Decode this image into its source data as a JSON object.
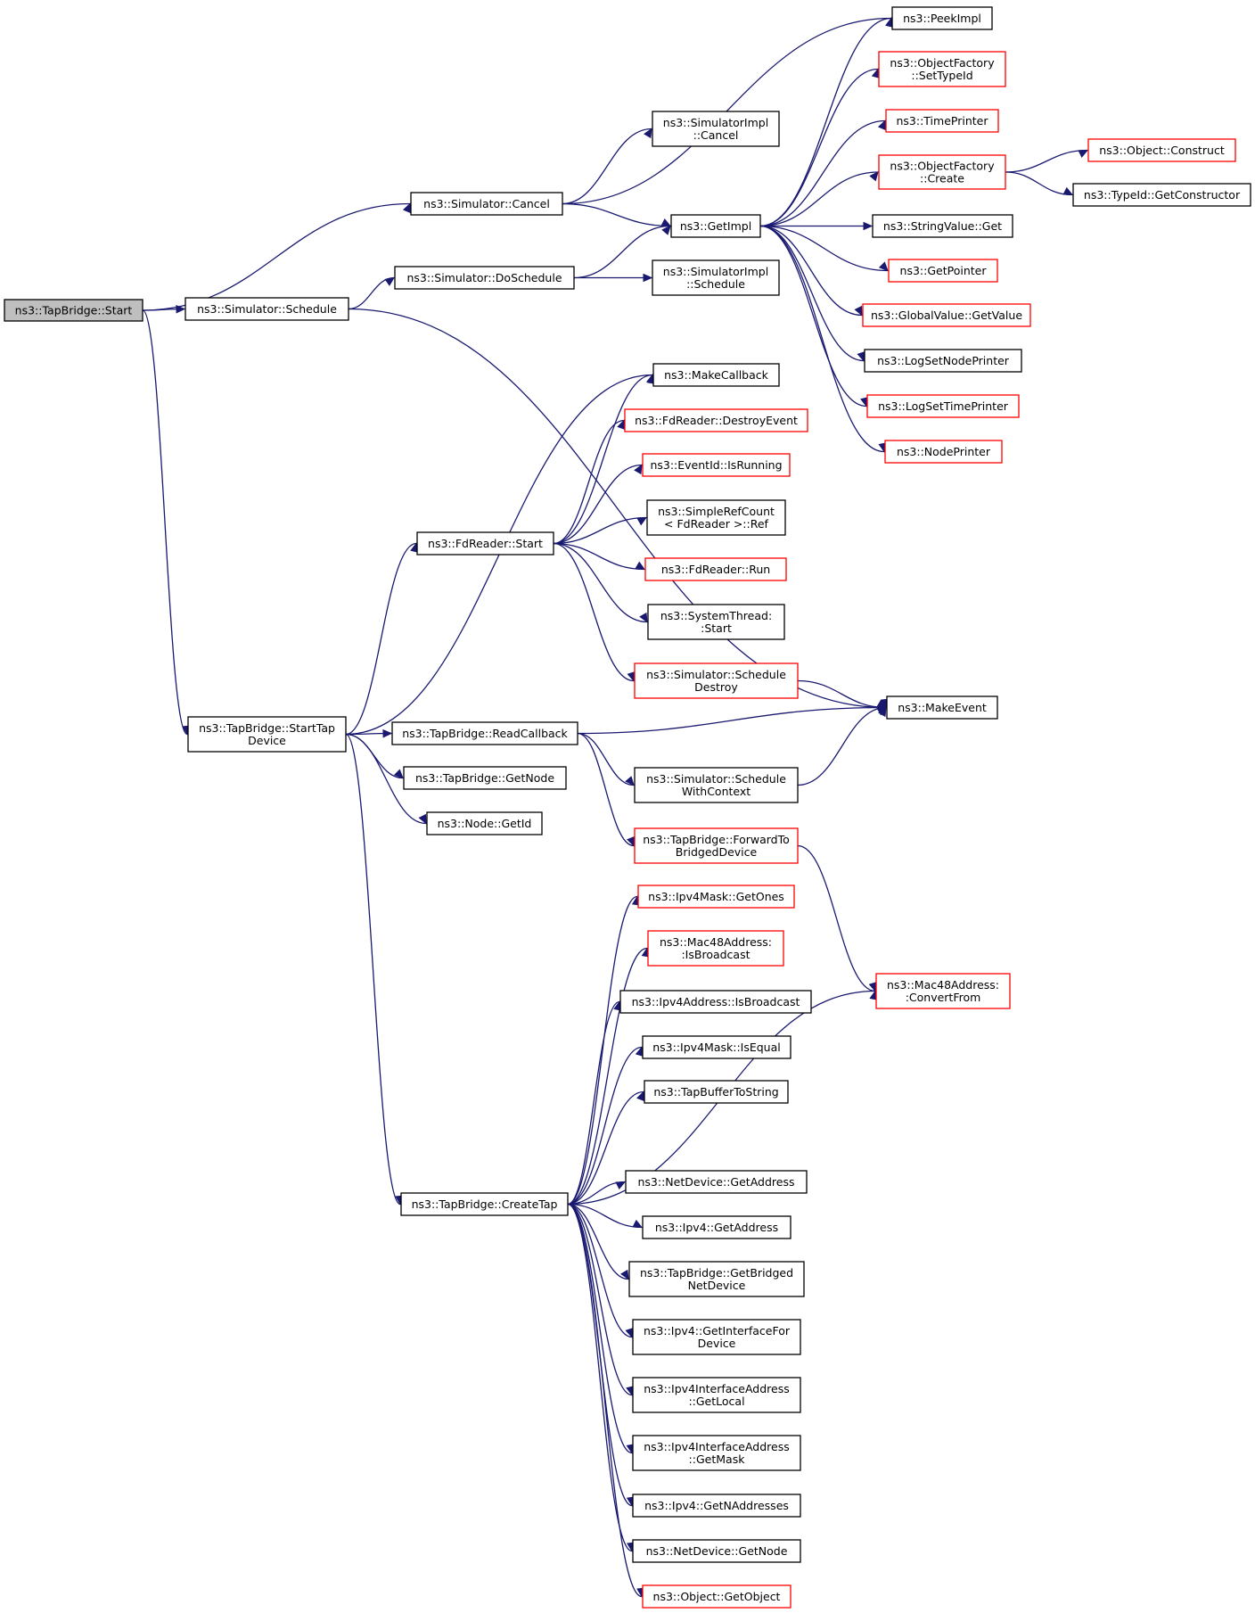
{
  "colors": {
    "edge": "#191970",
    "border_normal": "#000000",
    "border_truncated": "#ff0000",
    "root_fill": "#bfbfbf",
    "fill": "#ffffff"
  },
  "nodes": [
    {
      "id": "start",
      "lines": [
        "ns3::TapBridge::Start"
      ],
      "style": "root"
    },
    {
      "id": "sim_cancel",
      "lines": [
        "ns3::Simulator::Cancel"
      ],
      "style": "normal"
    },
    {
      "id": "simimpl_cancel",
      "lines": [
        "ns3::SimulatorImpl",
        "::Cancel"
      ],
      "style": "normal"
    },
    {
      "id": "peekimpl",
      "lines": [
        "ns3::PeekImpl"
      ],
      "style": "normal"
    },
    {
      "id": "of_settypeid",
      "lines": [
        "ns3::ObjectFactory",
        "::SetTypeId"
      ],
      "style": "truncated"
    },
    {
      "id": "timeprinter",
      "lines": [
        "ns3::TimePrinter"
      ],
      "style": "truncated"
    },
    {
      "id": "of_create",
      "lines": [
        "ns3::ObjectFactory",
        "::Create"
      ],
      "style": "truncated"
    },
    {
      "id": "obj_construct",
      "lines": [
        "ns3::Object::Construct"
      ],
      "style": "truncated"
    },
    {
      "id": "typeid_getctor",
      "lines": [
        "ns3::TypeId::GetConstructor"
      ],
      "style": "normal"
    },
    {
      "id": "getimpl",
      "lines": [
        "ns3::GetImpl"
      ],
      "style": "normal"
    },
    {
      "id": "stringvalue_get",
      "lines": [
        "ns3::StringValue::Get"
      ],
      "style": "normal"
    },
    {
      "id": "getpointer",
      "lines": [
        "ns3::GetPointer"
      ],
      "style": "truncated"
    },
    {
      "id": "globalvalue_getvalue",
      "lines": [
        "ns3::GlobalValue::GetValue"
      ],
      "style": "truncated"
    },
    {
      "id": "logsetnodeprinter",
      "lines": [
        "ns3::LogSetNodePrinter"
      ],
      "style": "normal"
    },
    {
      "id": "logsettimeprinter",
      "lines": [
        "ns3::LogSetTimePrinter"
      ],
      "style": "truncated"
    },
    {
      "id": "nodeprinter",
      "lines": [
        "ns3::NodePrinter"
      ],
      "style": "truncated"
    },
    {
      "id": "sim_doschedule",
      "lines": [
        "ns3::Simulator::DoSchedule"
      ],
      "style": "normal"
    },
    {
      "id": "simimpl_schedule",
      "lines": [
        "ns3::SimulatorImpl",
        "::Schedule"
      ],
      "style": "normal"
    },
    {
      "id": "sim_schedule",
      "lines": [
        "ns3::Simulator::Schedule"
      ],
      "style": "normal"
    },
    {
      "id": "makecallback",
      "lines": [
        "ns3::MakeCallback"
      ],
      "style": "normal"
    },
    {
      "id": "fdreader_destroyevent",
      "lines": [
        "ns3::FdReader::DestroyEvent"
      ],
      "style": "truncated"
    },
    {
      "id": "eventid_isrunning",
      "lines": [
        "ns3::EventId::IsRunning"
      ],
      "style": "truncated"
    },
    {
      "id": "simplerefcount_ref",
      "lines": [
        "ns3::SimpleRefCount",
        "< FdReader >::Ref"
      ],
      "style": "normal"
    },
    {
      "id": "fdreader_start",
      "lines": [
        "ns3::FdReader::Start"
      ],
      "style": "normal"
    },
    {
      "id": "fdreader_run",
      "lines": [
        "ns3::FdReader::Run"
      ],
      "style": "truncated"
    },
    {
      "id": "systemthread_start",
      "lines": [
        "ns3::SystemThread:",
        ":Start"
      ],
      "style": "normal"
    },
    {
      "id": "sim_scheduledestroy",
      "lines": [
        "ns3::Simulator::Schedule",
        "Destroy"
      ],
      "style": "truncated"
    },
    {
      "id": "makeevent",
      "lines": [
        "ns3::MakeEvent"
      ],
      "style": "normal"
    },
    {
      "id": "starttapdevice",
      "lines": [
        "ns3::TapBridge::StartTap",
        "Device"
      ],
      "style": "normal"
    },
    {
      "id": "readcallback",
      "lines": [
        "ns3::TapBridge::ReadCallback"
      ],
      "style": "normal"
    },
    {
      "id": "sim_schedulewithcontext",
      "lines": [
        "ns3::Simulator::Schedule",
        "WithContext"
      ],
      "style": "normal"
    },
    {
      "id": "tb_getnode",
      "lines": [
        "ns3::TapBridge::GetNode"
      ],
      "style": "normal"
    },
    {
      "id": "node_getid",
      "lines": [
        "ns3::Node::GetId"
      ],
      "style": "normal"
    },
    {
      "id": "forwardtobridged",
      "lines": [
        "ns3::TapBridge::ForwardTo",
        "BridgedDevice"
      ],
      "style": "truncated"
    },
    {
      "id": "ipv4mask_getones",
      "lines": [
        "ns3::Ipv4Mask::GetOnes"
      ],
      "style": "truncated"
    },
    {
      "id": "mac48_isbroadcast",
      "lines": [
        "ns3::Mac48Address:",
        ":IsBroadcast"
      ],
      "style": "truncated"
    },
    {
      "id": "mac48_convertfrom",
      "lines": [
        "ns3::Mac48Address:",
        ":ConvertFrom"
      ],
      "style": "truncated"
    },
    {
      "id": "ipv4addr_isbroadcast",
      "lines": [
        "ns3::Ipv4Address::IsBroadcast"
      ],
      "style": "normal"
    },
    {
      "id": "ipv4mask_isequal",
      "lines": [
        "ns3::Ipv4Mask::IsEqual"
      ],
      "style": "normal"
    },
    {
      "id": "tapbuffertostring",
      "lines": [
        "ns3::TapBufferToString"
      ],
      "style": "normal"
    },
    {
      "id": "createtap",
      "lines": [
        "ns3::TapBridge::CreateTap"
      ],
      "style": "normal"
    },
    {
      "id": "netdevice_getaddress",
      "lines": [
        "ns3::NetDevice::GetAddress"
      ],
      "style": "normal"
    },
    {
      "id": "ipv4_getaddress",
      "lines": [
        "ns3::Ipv4::GetAddress"
      ],
      "style": "normal"
    },
    {
      "id": "tb_getbridgednetdevice",
      "lines": [
        "ns3::TapBridge::GetBridged",
        "NetDevice"
      ],
      "style": "normal"
    },
    {
      "id": "ipv4_getinterfacefordevice",
      "lines": [
        "ns3::Ipv4::GetInterfaceFor",
        "Device"
      ],
      "style": "normal"
    },
    {
      "id": "ipv4ifaddr_getlocal",
      "lines": [
        "ns3::Ipv4InterfaceAddress",
        "::GetLocal"
      ],
      "style": "normal"
    },
    {
      "id": "ipv4ifaddr_getmask",
      "lines": [
        "ns3::Ipv4InterfaceAddress",
        "::GetMask"
      ],
      "style": "normal"
    },
    {
      "id": "ipv4_getnaddresses",
      "lines": [
        "ns3::Ipv4::GetNAddresses"
      ],
      "style": "normal"
    },
    {
      "id": "netdevice_getnode",
      "lines": [
        "ns3::NetDevice::GetNode"
      ],
      "style": "normal"
    },
    {
      "id": "object_getobject",
      "lines": [
        "ns3::Object::GetObject"
      ],
      "style": "truncated"
    }
  ],
  "edges": [
    [
      "start",
      "sim_cancel"
    ],
    [
      "start",
      "sim_schedule"
    ],
    [
      "start",
      "starttapdevice"
    ],
    [
      "sim_cancel",
      "simimpl_cancel"
    ],
    [
      "sim_cancel",
      "getimpl"
    ],
    [
      "sim_cancel",
      "peekimpl"
    ],
    [
      "getimpl",
      "peekimpl"
    ],
    [
      "getimpl",
      "of_settypeid"
    ],
    [
      "getimpl",
      "timeprinter"
    ],
    [
      "getimpl",
      "of_create"
    ],
    [
      "getimpl",
      "stringvalue_get"
    ],
    [
      "getimpl",
      "getpointer"
    ],
    [
      "getimpl",
      "globalvalue_getvalue"
    ],
    [
      "getimpl",
      "logsetnodeprinter"
    ],
    [
      "getimpl",
      "logsettimeprinter"
    ],
    [
      "getimpl",
      "nodeprinter"
    ],
    [
      "of_create",
      "obj_construct"
    ],
    [
      "of_create",
      "typeid_getctor"
    ],
    [
      "sim_schedule",
      "sim_doschedule"
    ],
    [
      "sim_schedule",
      "makeevent"
    ],
    [
      "sim_doschedule",
      "getimpl"
    ],
    [
      "sim_doschedule",
      "simimpl_schedule"
    ],
    [
      "starttapdevice",
      "makecallback"
    ],
    [
      "starttapdevice",
      "fdreader_start"
    ],
    [
      "starttapdevice",
      "readcallback"
    ],
    [
      "starttapdevice",
      "tb_getnode"
    ],
    [
      "starttapdevice",
      "node_getid"
    ],
    [
      "starttapdevice",
      "createtap"
    ],
    [
      "fdreader_start",
      "makecallback"
    ],
    [
      "fdreader_start",
      "fdreader_destroyevent"
    ],
    [
      "fdreader_start",
      "eventid_isrunning"
    ],
    [
      "fdreader_start",
      "simplerefcount_ref"
    ],
    [
      "fdreader_start",
      "fdreader_run"
    ],
    [
      "fdreader_start",
      "systemthread_start"
    ],
    [
      "fdreader_start",
      "sim_scheduledestroy"
    ],
    [
      "sim_scheduledestroy",
      "makeevent"
    ],
    [
      "readcallback",
      "makeevent"
    ],
    [
      "readcallback",
      "sim_schedulewithcontext"
    ],
    [
      "readcallback",
      "forwardtobridged"
    ],
    [
      "sim_schedulewithcontext",
      "makeevent"
    ],
    [
      "forwardtobridged",
      "mac48_convertfrom"
    ],
    [
      "createtap",
      "ipv4mask_getones"
    ],
    [
      "createtap",
      "mac48_isbroadcast"
    ],
    [
      "createtap",
      "ipv4addr_isbroadcast"
    ],
    [
      "createtap",
      "ipv4mask_isequal"
    ],
    [
      "createtap",
      "tapbuffertostring"
    ],
    [
      "createtap",
      "mac48_convertfrom"
    ],
    [
      "createtap",
      "netdevice_getaddress"
    ],
    [
      "createtap",
      "ipv4_getaddress"
    ],
    [
      "createtap",
      "tb_getbridgednetdevice"
    ],
    [
      "createtap",
      "ipv4_getinterfacefordevice"
    ],
    [
      "createtap",
      "ipv4ifaddr_getlocal"
    ],
    [
      "createtap",
      "ipv4ifaddr_getmask"
    ],
    [
      "createtap",
      "ipv4_getnaddresses"
    ],
    [
      "createtap",
      "netdevice_getnode"
    ],
    [
      "createtap",
      "object_getobject"
    ]
  ]
}
